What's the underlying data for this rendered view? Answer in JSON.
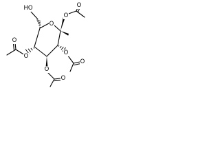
{
  "molecule": {
    "atoms": {
      "hydroxyl_label": "HO",
      "ring_oxygen_label": "O",
      "c1_ester_oxygen_label": "O",
      "c1_carbonyl_oxygen_label": "O",
      "c2_ester_oxygen_label": "O",
      "c2_carbonyl_oxygen_label": "O",
      "c3_ester_oxygen_label": "O",
      "c3_carbonyl_oxygen_label": "O",
      "c4_ester_oxygen_label": "O",
      "c4_carbonyl_oxygen_label": "O"
    }
  }
}
